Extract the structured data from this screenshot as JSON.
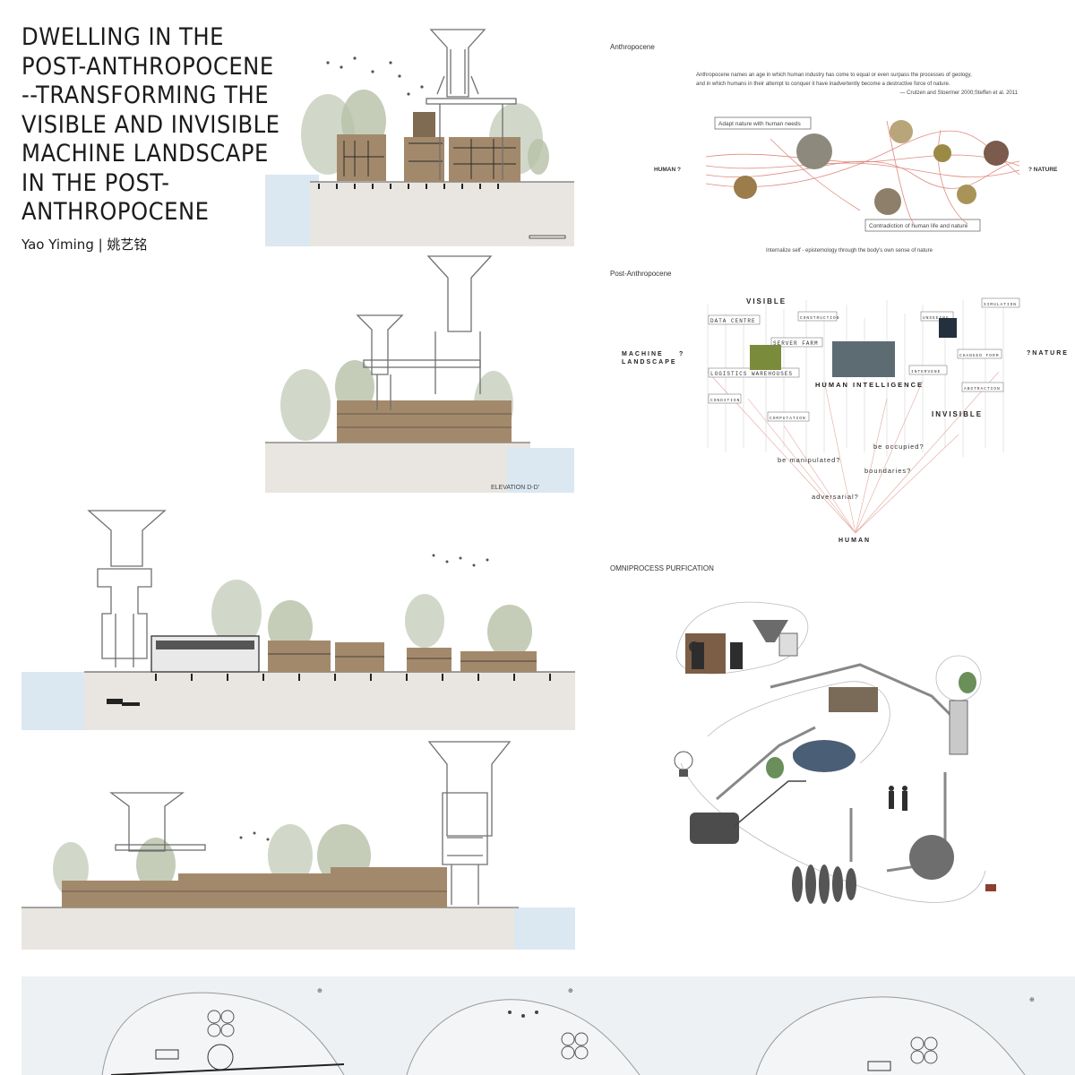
{
  "title_lines": [
    "DWELLING IN THE",
    "POST-ANTHROPOCENE",
    "--TRANSFORMING THE",
    "VISIBLE AND INVISIBLE",
    "MACHINE LANDSCAPE",
    "IN THE POST-",
    "ANTHROPOCENE"
  ],
  "author": "Yao Yiming | 姚艺铭",
  "elevation_label": "ELEVATION D-D'",
  "anthropocene": {
    "heading": "Anthropocene",
    "quote_line1": "Anthropocene names an age in which human industry has come to equal or even surpass the processes of geology,",
    "quote_line2": "and in which humans in their attempt to conquer it have inadvertently become a destructive force of nature.",
    "citation": "— Crutzen and Stoermer 2000;Steffen et al. 2011",
    "box_top": "Adapt nature with human needs",
    "box_bottom": "Contradiction of human life and nature",
    "left_label": "HUMAN ?",
    "right_label": "? NATURE",
    "caption": "Internalize self - epistemology through the body's own sense of nature"
  },
  "post_anthropocene": {
    "heading": "Post-Anthropocene",
    "visible": "VISIBLE",
    "invisible": "INVISIBLE",
    "machine_landscape_1": "MACHINE",
    "machine_q": "?",
    "machine_landscape_2": "LANDSCAPE",
    "nature": "?NATURE",
    "human_intelligence": "HUMAN  INTELLIGENCE",
    "human": "HUMAN",
    "boxes": [
      "DATA CENTRE",
      "SERVER FARM",
      "LOGISTICS WAREHOUSES",
      "CONSTRUCTION",
      "SIMULATION",
      "UNSEEING",
      "CHANGED FORM",
      "INTERVENE",
      "ABSTRACTION",
      "CONDITION",
      "COMPUTATION"
    ],
    "questions": [
      "be occupied?",
      "be manipulated?",
      "boundaries?",
      "adversarial?"
    ]
  },
  "omniprocess": {
    "heading": "OMNIPROCESS PURFICATION"
  },
  "colors": {
    "wood": "#a3896c",
    "ground": "#e9e6e1",
    "water": "#dbe8f1",
    "red_curve": "#e08a80"
  }
}
